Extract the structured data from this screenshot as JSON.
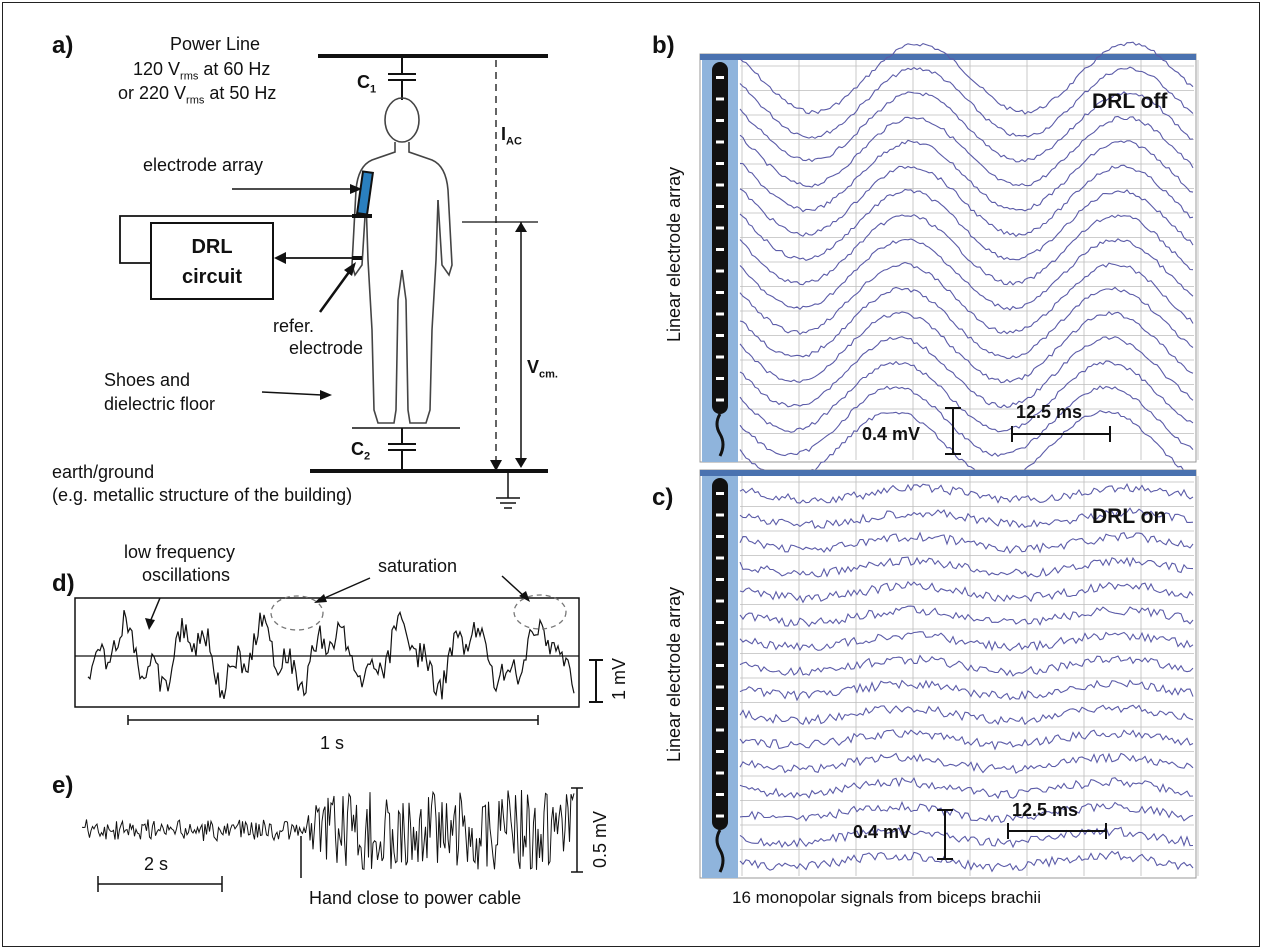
{
  "panels": {
    "a": {
      "label": "a)",
      "power_line": "Power Line",
      "volt1_pre": "120 V",
      "volt1_sub": "rms",
      "volt1_post": " at 60 Hz",
      "volt2_pre": "or 220 V",
      "volt2_sub": "rms",
      "volt2_post": " at 50 Hz",
      "c1": "C",
      "c1_sub": "1",
      "c2": "C",
      "c2_sub": "2",
      "iac": "I",
      "iac_sub": "AC",
      "vcm": "V",
      "vcm_sub": "cm.",
      "electrode_array": "electrode array",
      "drl_line1": "DRL",
      "drl_line2": "circuit",
      "refer1": "refer.",
      "refer2": "electrode",
      "shoes1": "Shoes and",
      "shoes2": "dielectric floor",
      "earth1": "earth/ground",
      "earth2": "(e.g. metallic structure of the building)"
    },
    "b": {
      "label": "b)",
      "state": "DRL off",
      "y_label": "Linear electrode array",
      "amp_scale": "0.4 mV",
      "time_scale": "12.5 ms"
    },
    "c": {
      "label": "c)",
      "state": "DRL on",
      "y_label": "Linear electrode array",
      "amp_scale": "0.4 mV",
      "time_scale": "12.5 ms",
      "caption": "16 monopolar signals from biceps brachii"
    },
    "d": {
      "label": "d)",
      "low_freq1": "low frequency",
      "low_freq2": "oscillations",
      "saturation": "saturation",
      "amp_scale": "1 mV",
      "time_scale": "1 s"
    },
    "e": {
      "label": "e)",
      "amp_scale": "0.5 mV",
      "time_scale": "2 s",
      "annotation": "Hand close to power cable"
    }
  },
  "colors": {
    "trace": "#5b5ba8",
    "array_bar": "#8fb4dc",
    "electrode_strip": "#111111",
    "electrode_blue": "#2a7fbf",
    "grid": "#bdbdbd"
  }
}
